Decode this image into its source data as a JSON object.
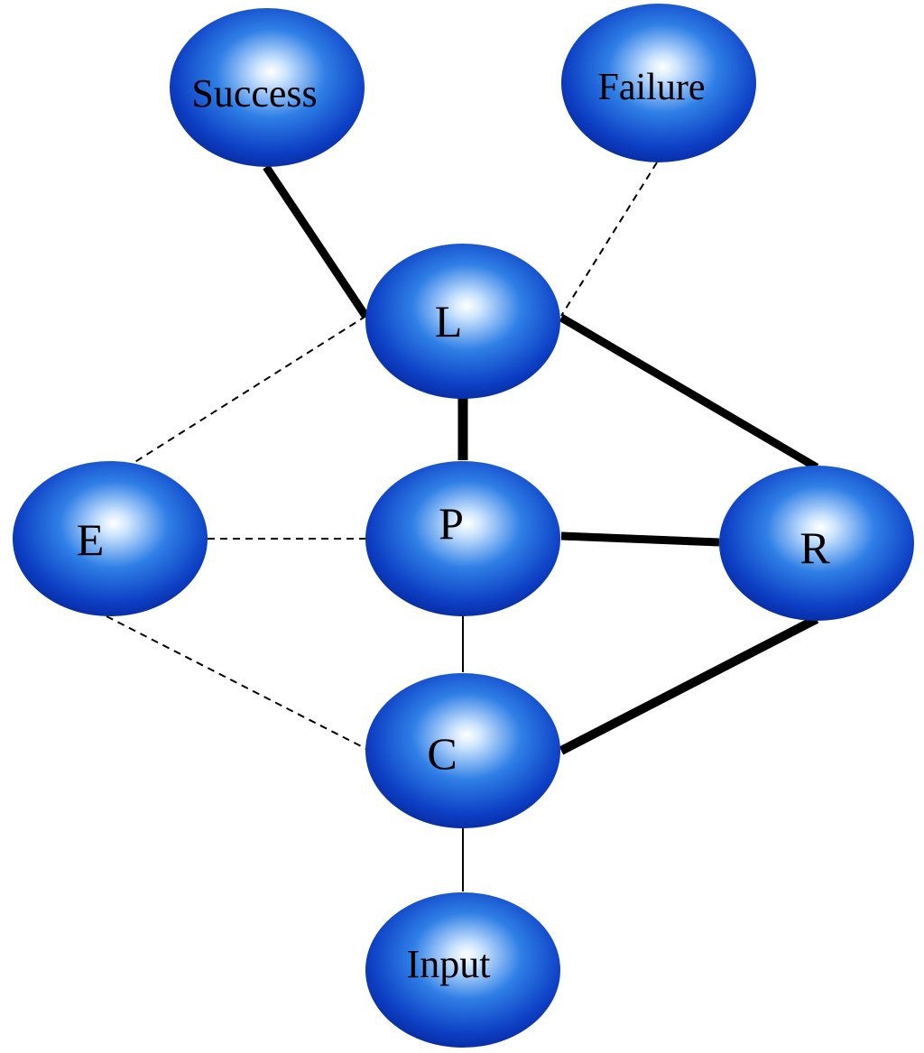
{
  "diagram": {
    "nodes": [
      {
        "id": "success",
        "label": "Success"
      },
      {
        "id": "failure",
        "label": "Failure"
      },
      {
        "id": "l",
        "label": "L"
      },
      {
        "id": "e",
        "label": "E"
      },
      {
        "id": "p",
        "label": "P"
      },
      {
        "id": "r",
        "label": "R"
      },
      {
        "id": "c",
        "label": "C"
      },
      {
        "id": "input",
        "label": "Input"
      }
    ],
    "edges": [
      {
        "from": "success",
        "to": "l",
        "style": "thick"
      },
      {
        "from": "failure",
        "to": "l",
        "style": "dashed"
      },
      {
        "from": "l",
        "to": "e",
        "style": "dashed"
      },
      {
        "from": "l",
        "to": "p",
        "style": "thick"
      },
      {
        "from": "l",
        "to": "r",
        "style": "thick"
      },
      {
        "from": "e",
        "to": "p",
        "style": "dashed"
      },
      {
        "from": "e",
        "to": "c",
        "style": "dashed"
      },
      {
        "from": "p",
        "to": "r",
        "style": "thick"
      },
      {
        "from": "p",
        "to": "c",
        "style": "thin"
      },
      {
        "from": "r",
        "to": "c",
        "style": "thick"
      },
      {
        "from": "c",
        "to": "input",
        "style": "thin"
      }
    ],
    "colors": {
      "node_highlight": "#ffffff",
      "node_mid": "#2f7fe6",
      "node_dark": "#0a2fb0",
      "edge": "#000000"
    }
  }
}
